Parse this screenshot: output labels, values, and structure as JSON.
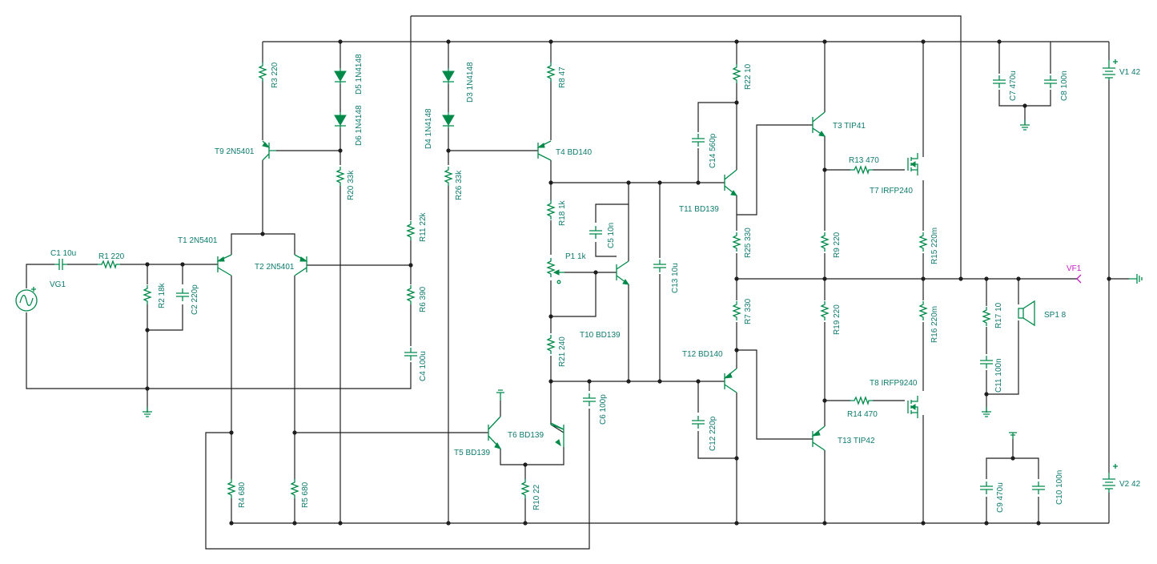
{
  "circuit": {
    "title": "",
    "components": {
      "C1": "C1 10u",
      "R1": "R1 220",
      "VG1": "VG1",
      "R2": "R2 18k",
      "C2": "C2 220p",
      "T1": "T1 2N5401",
      "T2": "T2 2N5401",
      "T9": "T9 2N5401",
      "R3": "R3 220",
      "D5": "D5 1N4148",
      "D6": "D6 1N4148",
      "R20": "R20 33k",
      "R11": "R11 22k",
      "R6": "R6 390",
      "C4": "C4 100u",
      "R4": "R4 680",
      "R5": "R5 680",
      "D3": "D3 1N4148",
      "D4": "D4 1N4148",
      "R26": "R26 33k",
      "R8": "R8 47",
      "T4": "T4 BD140",
      "R18": "R18 1k",
      "P1": "P1 1k",
      "C5": "C5 10n",
      "T10": "T10 BD139",
      "R21": "R21 240",
      "C6": "C6 100p",
      "T5": "T5 BD139",
      "T6": "T6 BD139",
      "R10": "R10 22",
      "C13": "C13 10u",
      "C14": "C14 560p",
      "T11": "T11 BD139",
      "R22": "R22 10",
      "R25": "R25 330",
      "R7": "R7 330",
      "T12": "T12 BD140",
      "C12": "C12 220p",
      "T3": "T3 TIP41",
      "T13": "T13 TIP42",
      "R9": "R9 220",
      "R19": "R19 220",
      "R13": "R13 470",
      "R14": "R14 470",
      "T7": "T7 IRFP240",
      "T8": "T8 IRFP9240",
      "R15": "R15 220m",
      "R16": "R16 220m",
      "VF1": "VF1",
      "R17": "R17 10",
      "C11": "C11 100n",
      "SP1": "SP1 8",
      "C7": "C7 470u",
      "C8": "C8 100n",
      "V1": "V1 42",
      "C9": "C9 470u",
      "C10": "C10 100n",
      "V2": "V2 42"
    },
    "colors": {
      "wire": "#1e1e1e",
      "component": "#008a4a",
      "label": "#0d7a6e",
      "probe": "#c020c0"
    }
  }
}
